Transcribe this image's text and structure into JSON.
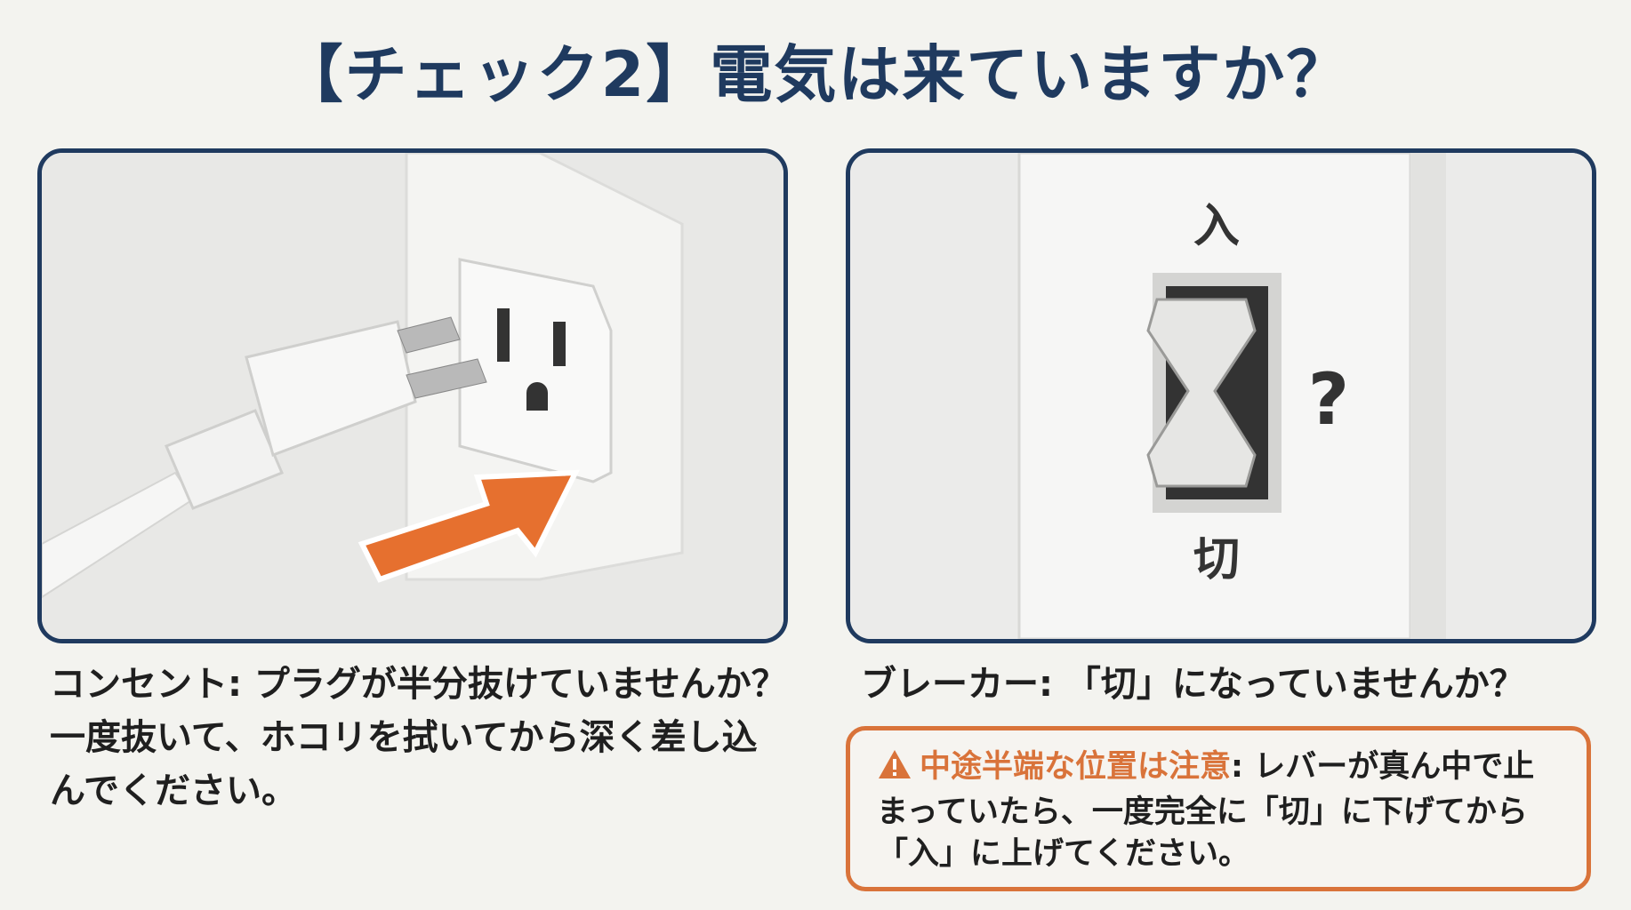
{
  "title": "【チェック2】電気は来ていますか？",
  "outlet_panel": {
    "caption": "コンセント: プラグが半分抜けていませんか？一度抜いて、ホコリを拭いてから深く差し込んでください。"
  },
  "breaker_panel": {
    "on_label": "入",
    "off_label": "切",
    "question_mark": "?",
    "caption": "ブレーカー: 「切」になっていませんか？",
    "warning": {
      "icon": "warning-triangle-icon",
      "heading": "中途半端な位置は注意",
      "body": ": レバーが真ん中で止まっていたら、一度完全に「切」に下げてから「入」に上げてください。"
    }
  },
  "colors": {
    "navy": "#1f3a5f",
    "orange": "#d9733a",
    "background": "#f3f3ef"
  }
}
